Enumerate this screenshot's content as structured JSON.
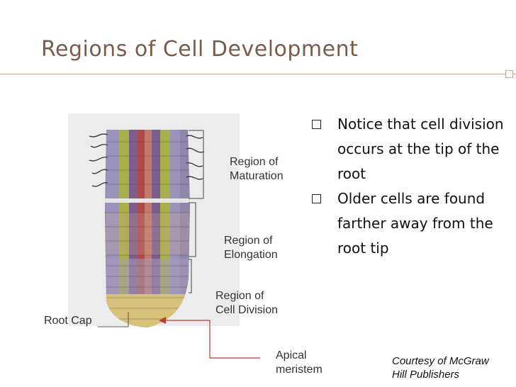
{
  "slide": {
    "title": "Regions of Cell Development",
    "bullets": [
      "Notice that cell division occurs at the tip of the root",
      "Older cells are found farther away from the root tip"
    ]
  },
  "figure": {
    "labels": {
      "maturation": [
        "Region of",
        "Maturation"
      ],
      "elongation": [
        "Region of",
        "Elongation"
      ],
      "division": [
        "Region of",
        "Cell Division"
      ],
      "root_cap": "Root Cap",
      "apical": [
        "Apical",
        "meristem"
      ]
    }
  },
  "credit": [
    "Courtesy of McGraw",
    "Hill Publishers"
  ],
  "colors": {
    "title": "#7a5c4e",
    "arrow": "#c0392b"
  }
}
